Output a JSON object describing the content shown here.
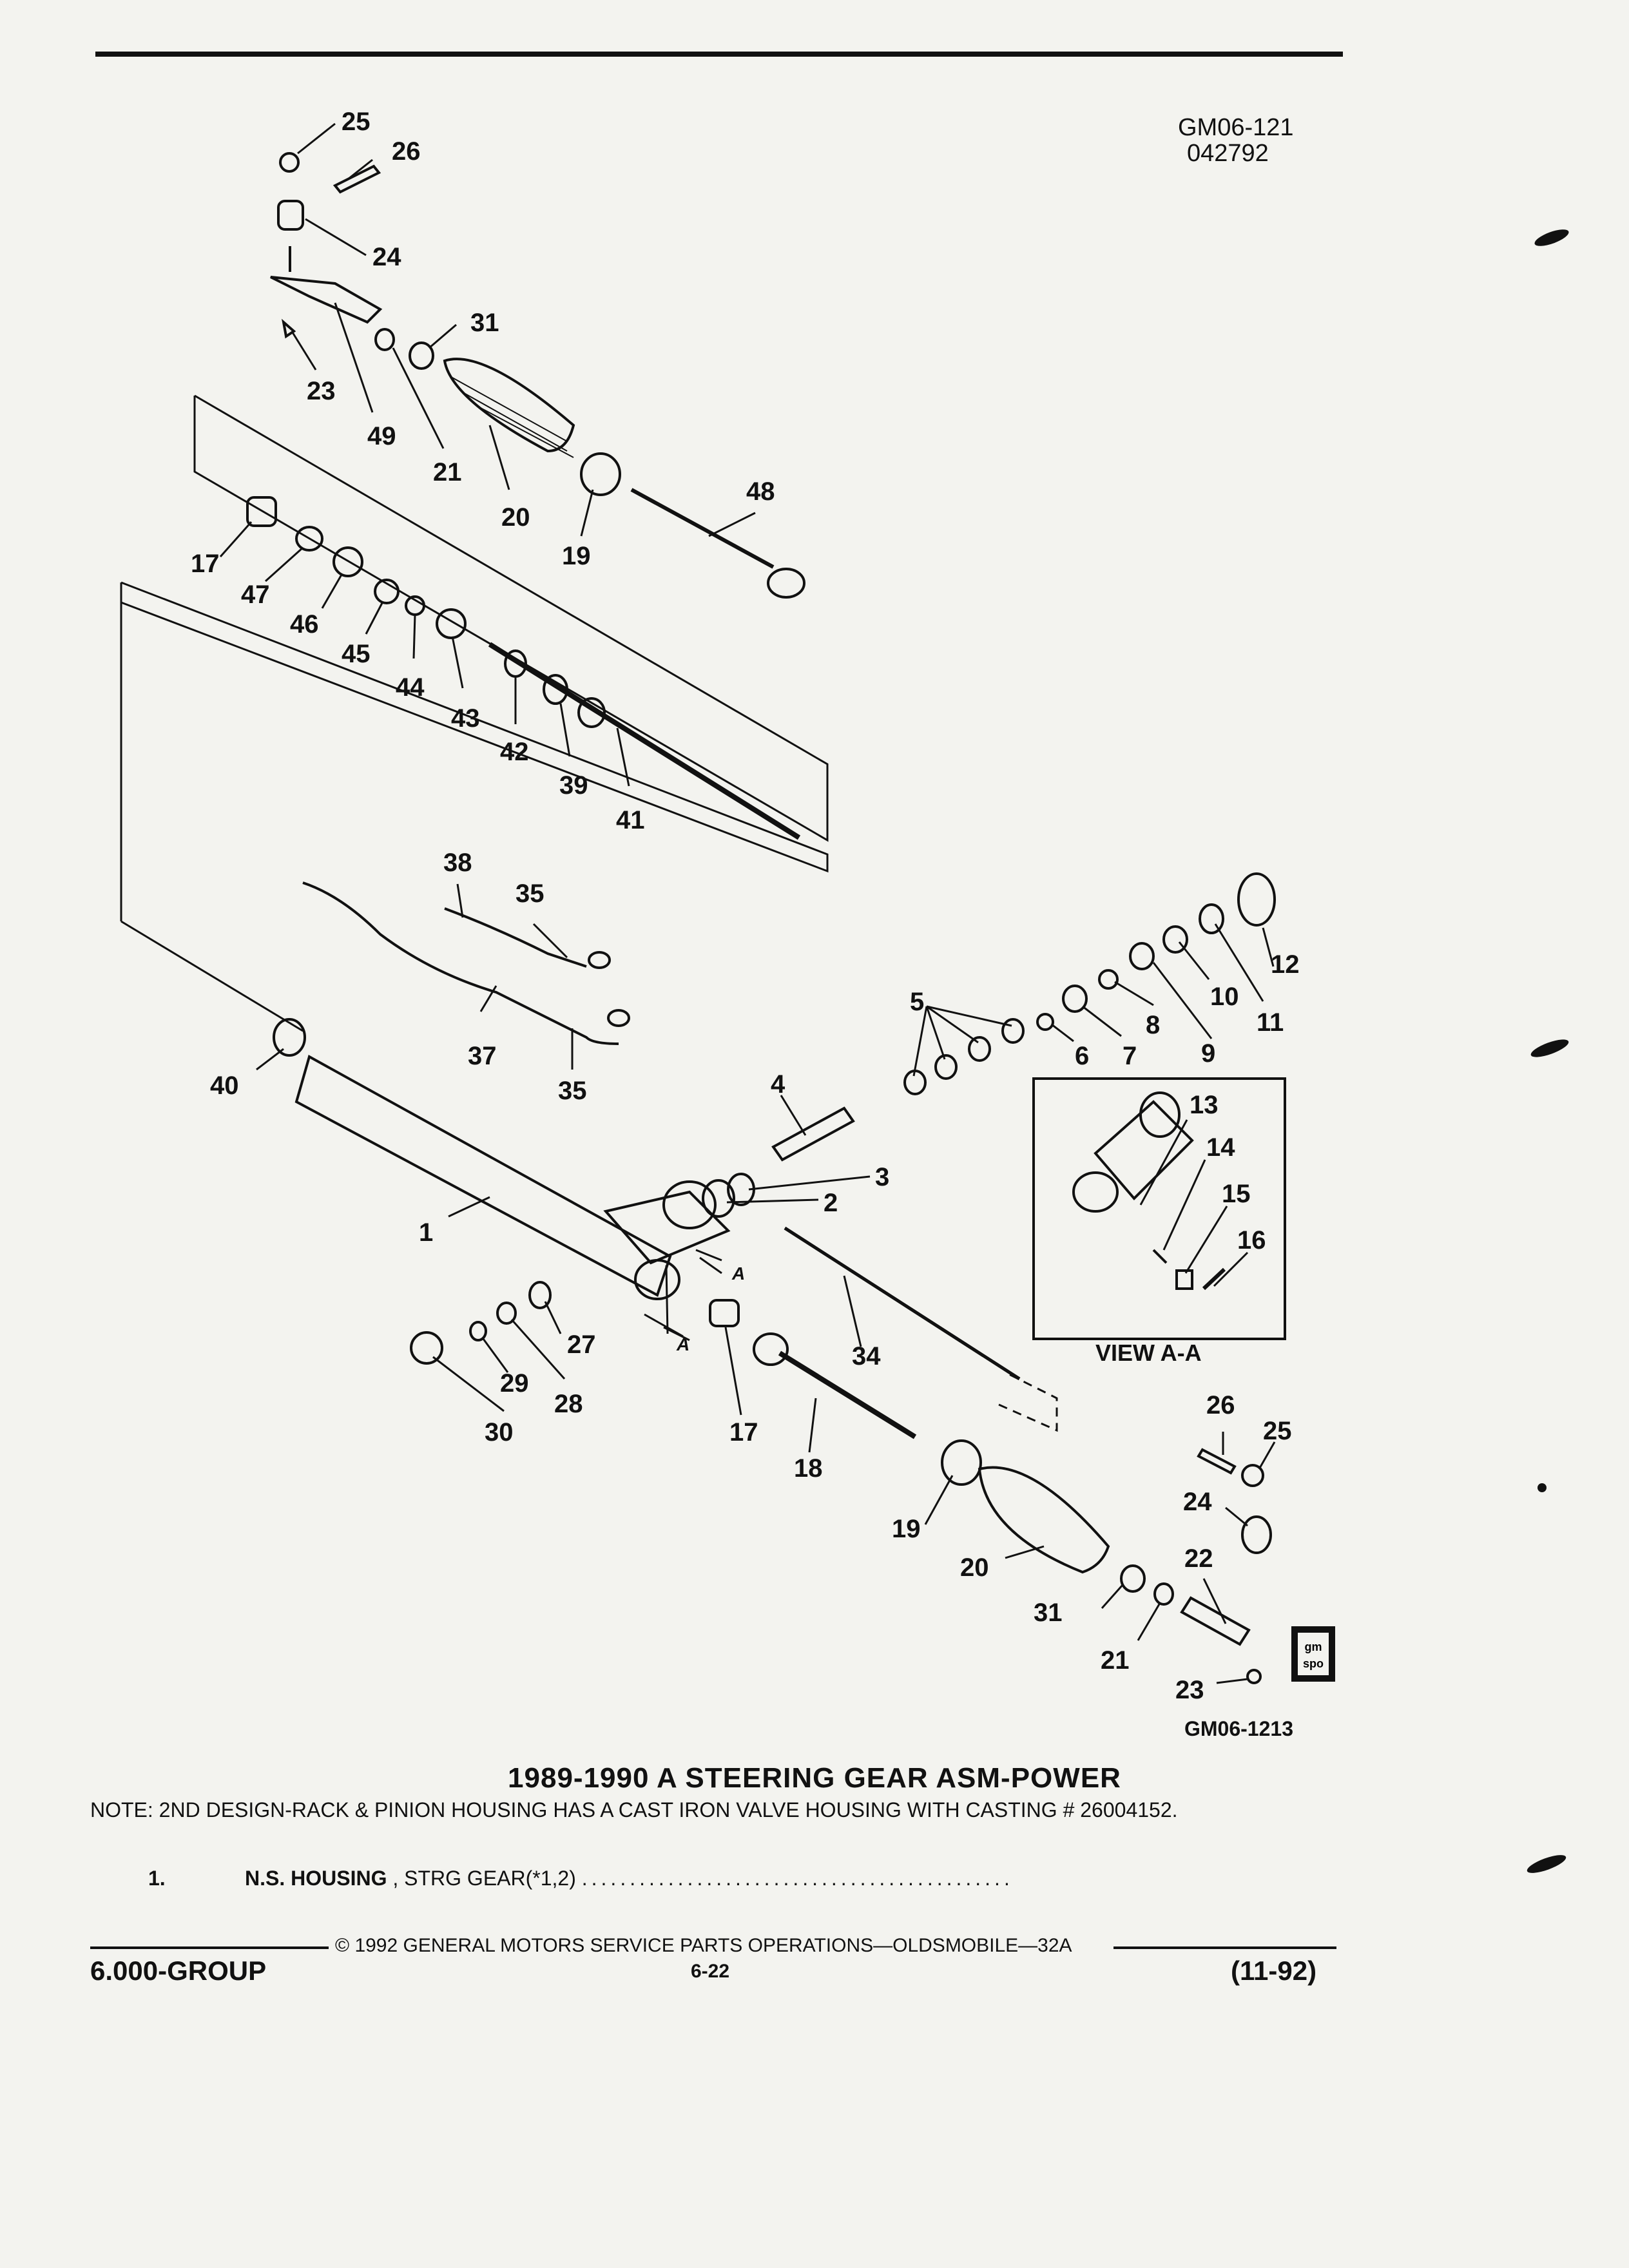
{
  "header": {
    "code_line1": "GM06-121",
    "code_line2": "042792"
  },
  "diagram": {
    "callouts": [
      "25",
      "26",
      "24",
      "23",
      "49",
      "21",
      "31",
      "20",
      "19",
      "48",
      "17",
      "47",
      "46",
      "45",
      "44",
      "43",
      "42",
      "39",
      "41",
      "38",
      "35",
      "37",
      "40",
      "1",
      "35",
      "5",
      "4",
      "3",
      "2",
      "6",
      "7",
      "8",
      "9",
      "10",
      "11",
      "12",
      "13",
      "14",
      "15",
      "16",
      "34",
      "27",
      "28",
      "29",
      "30",
      "17",
      "18",
      "19",
      "20",
      "31",
      "21",
      "26",
      "25",
      "24",
      "22",
      "23"
    ],
    "view_caption": "VIEW A-A",
    "section_marks": [
      "A",
      "A"
    ],
    "badge_text": [
      "gm",
      "spo"
    ],
    "figure_code": "GM06-1213"
  },
  "title": "1989-1990 A STEERING GEAR ASM-POWER",
  "note": "NOTE:  2ND DESIGN-RACK & PINION HOUSING HAS A CAST IRON VALVE HOUSING WITH CASTING # 26004152.",
  "items": [
    {
      "num": "1.",
      "name": "N.S.  HOUSING",
      "desc": " , STRG GEAR(*1,2) ",
      "dots": "............................................."
    }
  ],
  "footer": {
    "copyright": "© 1992 GENERAL MOTORS SERVICE PARTS OPERATIONS—OLDSMOBILE—32A",
    "group": "6.000-GROUP",
    "page": "6-22",
    "date": "(11-92)"
  }
}
